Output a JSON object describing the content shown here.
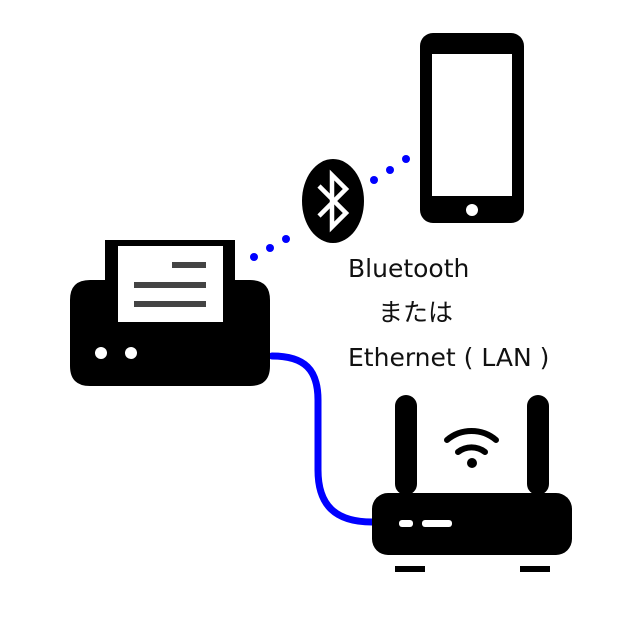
{
  "labels": {
    "line1": "Bluetooth",
    "line2": "または",
    "line3": "Ethernet ( LAN )"
  },
  "colors": {
    "device": "#000000",
    "link": "#0000ff",
    "background": "#ffffff"
  },
  "icons": {
    "printer": "printer-icon",
    "smartphone": "smartphone-icon",
    "bluetooth": "bluetooth-icon",
    "router": "router-icon",
    "wifi": "wifi-icon"
  }
}
